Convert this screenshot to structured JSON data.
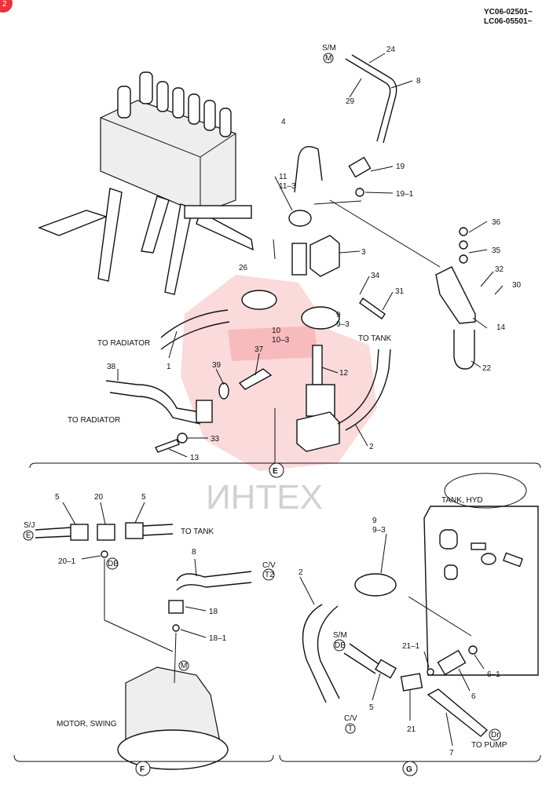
{
  "header": {
    "serial_line1": "YC06-02501~",
    "serial_line2": "LC06-05501~",
    "page_badge": "2"
  },
  "watermark": {
    "text": "ИНТЕХ",
    "color": "#e8343a"
  },
  "section_e": {
    "view_label": "E",
    "texts": {
      "to_radiator_1": "TO RADIATOR",
      "to_radiator_2": "TO RADIATOR",
      "to_tank": "TO TANK",
      "sm": "S/M",
      "sm_code": "M"
    },
    "parts": {
      "p24": "24",
      "p8": "8",
      "p29": "29",
      "p4": "4",
      "p19": "19",
      "p19_1": "19–1",
      "p11": "11",
      "p11_3": "11–3",
      "p36": "36",
      "p35": "35",
      "p26": "26",
      "p3": "3",
      "p32": "32",
      "p30": "30",
      "p34": "34",
      "p31": "31",
      "p9": "9",
      "p9_3": "9–3",
      "p14": "14",
      "p10": "10",
      "p10_3": "10–3",
      "p37": "37",
      "p22": "22",
      "p1": "1",
      "p38": "38",
      "p39": "39",
      "p12": "12",
      "p33": "33",
      "p2": "2",
      "p13": "13"
    }
  },
  "section_f": {
    "view_label": "F",
    "texts": {
      "sj": "S/J",
      "sj_code": "E",
      "db_code": "DB",
      "to_tank": "TO TANK",
      "cv": "C/V",
      "cv_code": "T2",
      "m_code": "M",
      "motor_swing": "MOTOR, SWING"
    },
    "parts": {
      "p5a": "5",
      "p20": "20",
      "p5b": "5",
      "p20_1": "20–1",
      "p8": "8",
      "p18": "18",
      "p18_1": "18–1"
    }
  },
  "section_g": {
    "view_label": "G",
    "texts": {
      "tank_hyd": "TANK, HYD",
      "sm": "S/M",
      "sm_code": "DB",
      "cv": "C/V",
      "cv_code": "T",
      "dr_code": "Dr",
      "to_pump": "TO PUMP"
    },
    "parts": {
      "p9": "9",
      "p9_3": "9–3",
      "p2": "2",
      "p21_1": "21–1",
      "p6_1": "6–1",
      "p5": "5",
      "p21": "21",
      "p6": "6",
      "p7": "7"
    }
  }
}
